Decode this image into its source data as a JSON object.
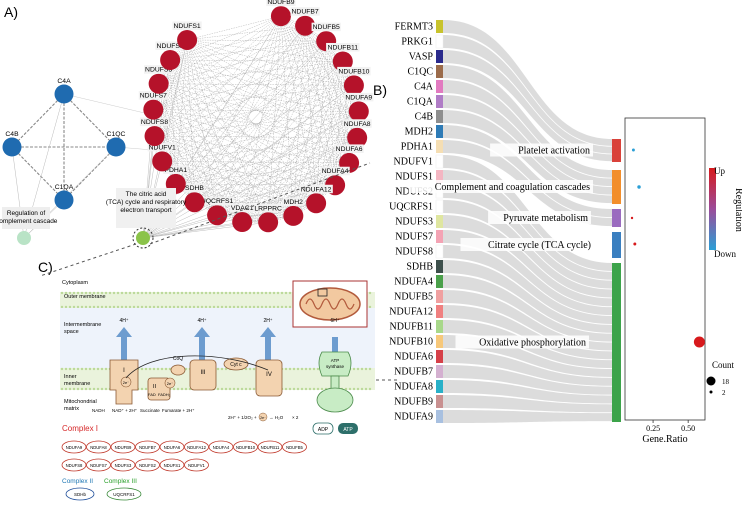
{
  "panels": {
    "a": "A)",
    "b": "B)",
    "c": "C)"
  },
  "colors": {
    "node_red": "#b5122a",
    "node_blue": "#1f6bb0",
    "hub_green": "#8bc34a",
    "complement_green": "#b9e3c6",
    "up": "#d7191c",
    "down": "#2b9fd6"
  },
  "network": {
    "ring_nodes": [
      "NDUFB9",
      "NDUFB7",
      "NDUFB5",
      "NDUFB11",
      "NDUFB10",
      "NDUFA9",
      "NDUFA8",
      "NDUFA6",
      "NDUFA4",
      "NDUFA12",
      "MDH2",
      "LRPPRC",
      "VDAC1",
      "UQCRFS1",
      "SDHB",
      "PDHA1",
      "NDUFV1",
      "NDUFS8",
      "NDUFS7",
      "NDUFS3",
      "NDUFS2",
      "NDUFS1"
    ],
    "complement_nodes": [
      "C4A",
      "C4B",
      "C1QC",
      "C1QA"
    ],
    "hub_label": "The citric acid (TCA) cycle and respiratory electron transport",
    "complement_label": "Regulation of Complement cascade"
  },
  "sankey": {
    "genes": [
      "FERMT3",
      "PRKG1",
      "VASP",
      "C1QC",
      "C4A",
      "C1QA",
      "C4B",
      "MDH2",
      "PDHA1",
      "NDUFV1",
      "NDUFS1",
      "NDUFS2",
      "UQCRFS1",
      "NDUFS3",
      "NDUFS7",
      "NDUFS8",
      "SDHB",
      "NDUFA4",
      "NDUFB5",
      "NDUFA12",
      "NDUFB11",
      "NDUFB10",
      "NDUFA6",
      "NDUFB7",
      "NDUFA8",
      "NDUFB9",
      "NDUFA9"
    ],
    "gene_colors": [
      "#c8c32c",
      "#ffffff",
      "#2a2a8c",
      "#9b6b4a",
      "#e27ac0",
      "#b07cc6",
      "#8e8e8e",
      "#2e7bb6",
      "#f5deb3",
      "#ffffff",
      "#f4b6c2",
      "#ffffff",
      "#ffffff",
      "#dfe6a0",
      "#f4a3b4",
      "#ffffff",
      "#3d4f4b",
      "#4aa04a",
      "#f0a0a0",
      "#f08080",
      "#a8d88a",
      "#f7c87a",
      "#d64048",
      "#d4b0d0",
      "#28b0c8",
      "#c89090",
      "#a8c0e0"
    ],
    "pathways": [
      "Platelet activation",
      "Complement and coagulation cascades",
      "Pyruvate metabolism",
      "Citrate cycle (TCA cycle)",
      "Oxidative phosphorylation"
    ],
    "pathway_colors": [
      "#d9423a",
      "#f28e2b",
      "#9a6bbf",
      "#3a7fc0",
      "#3ca34a"
    ]
  },
  "chart_data": {
    "type": "scatter",
    "xlabel": "Gene.Ratio",
    "x_ticks": [
      "0.25",
      "0.50"
    ],
    "points": [
      {
        "pathway": "Platelet activation",
        "gene_ratio": 0.11,
        "count": 3,
        "regulation": "down"
      },
      {
        "pathway": "Complement and coagulation cascades",
        "gene_ratio": 0.15,
        "count": 4,
        "regulation": "down"
      },
      {
        "pathway": "Pyruvate metabolism",
        "gene_ratio": 0.1,
        "count": 2,
        "regulation": "up"
      },
      {
        "pathway": "Citrate cycle (TCA cycle)",
        "gene_ratio": 0.12,
        "count": 3,
        "regulation": "up"
      },
      {
        "pathway": "Oxidative phosphorylation",
        "gene_ratio": 0.58,
        "count": 18,
        "regulation": "up"
      }
    ],
    "legend": {
      "color_title": "Regulation",
      "up": "Up",
      "down": "Down",
      "size_title": "Count",
      "size_values": [
        "18",
        "2"
      ]
    }
  },
  "membrane": {
    "cytoplasm": "Cytoplasm",
    "outer": "Outer membrane",
    "intermembrane": "Intermembrane space",
    "inner": "Inner membrane",
    "matrix": "Mitochondrial matrix",
    "h1": "4H⁺",
    "h2": "4H⁺",
    "h3": "2H⁺",
    "h4": "6H⁺",
    "cI": "I",
    "cII": "II",
    "cIII": "III",
    "cIV": "IV",
    "cytc": "Cyt c",
    "coq": "CoQ",
    "atp_synthase": "ATP synthase",
    "nadh": "NADH",
    "nad": "NAD⁺ + 2H⁺",
    "succinate": "Succinate",
    "fumarate": "Fumarate + 2H⁺",
    "fad": "FAD",
    "fadh2": "FADH₂",
    "e": "2e⁻",
    "water_left": "2H⁺ + 1/2O₂ +",
    "water_right": "→ H₂O",
    "x2": "× 2",
    "adp": "ADP",
    "atp": "ATP"
  },
  "complexes": {
    "c1_title": "Complex I",
    "c1_row1": [
      "NDUFA9",
      "NDUFA8",
      "NDUFB9",
      "NDUFB7",
      "NDUFA6",
      "NDUFA12",
      "NDUFA4",
      "NDUFB10",
      "NDUFB11",
      "NDUFB5"
    ],
    "c1_row2": [
      "NDUFS8",
      "NDUFS7",
      "NDUFS3",
      "NDUFS2",
      "NDUFS1",
      "NDUFV1"
    ],
    "c2_title": "Complex II",
    "c3_title": "Complex III",
    "c2_gene": "SDHb",
    "c3_gene": "UQCRFS1"
  }
}
